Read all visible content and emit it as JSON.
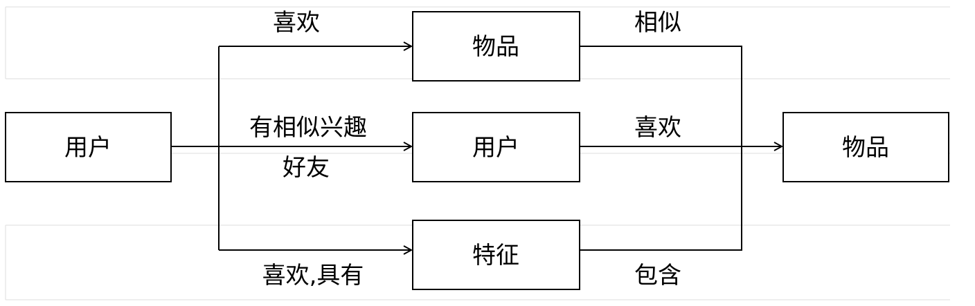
{
  "nodes": {
    "source_user": "用户",
    "item_mid": "物品",
    "user_mid": "用户",
    "feature_mid": "特征",
    "target_item": "物品"
  },
  "edges": {
    "likes_top": "喜欢",
    "similar_interest_line1": "有相似兴趣",
    "similar_interest_line2": "好友",
    "likes_has": "喜欢,具有",
    "similar": "相似",
    "likes_mid": "喜欢",
    "contains": "包含"
  }
}
